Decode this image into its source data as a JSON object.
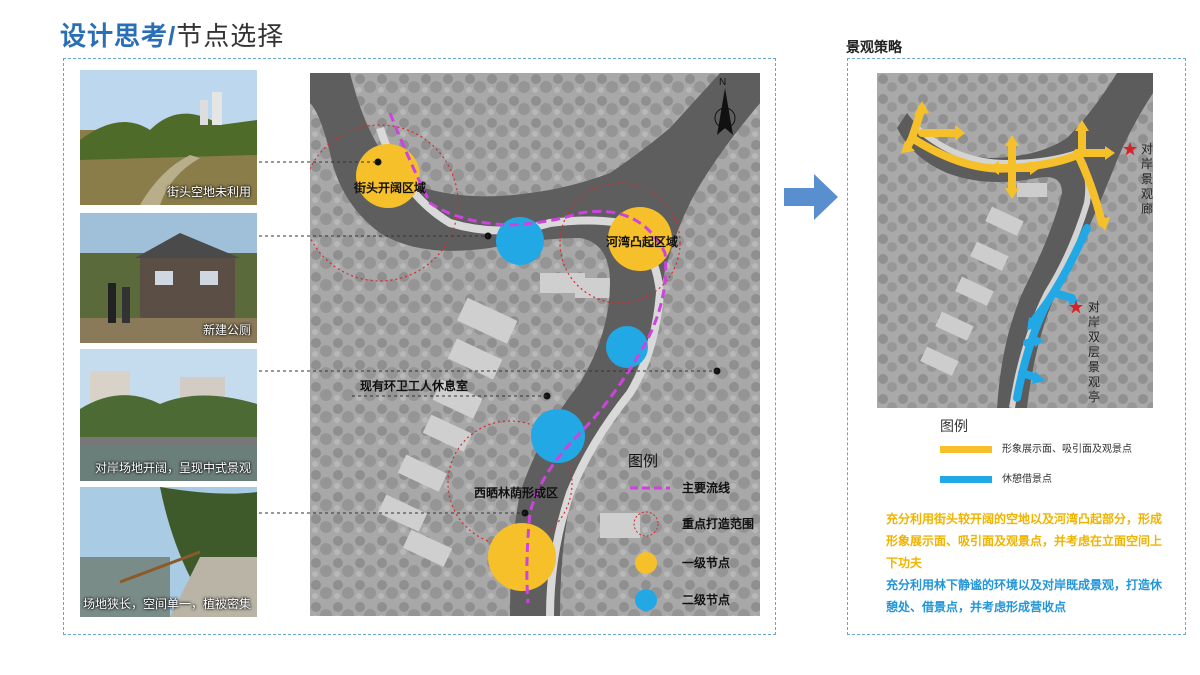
{
  "header": {
    "title_main": "设计思考/",
    "title_sub": "节点选择"
  },
  "photos": [
    {
      "caption": "街头空地未利用"
    },
    {
      "caption": "新建公厕"
    },
    {
      "caption": "对岸场地开阔，呈现中式景观"
    },
    {
      "caption": "场地狭长，空间单一，植被密集"
    }
  ],
  "map_labels": {
    "north": "N",
    "node_1": "街头开阔区域",
    "node_2": "河湾凸起区域",
    "node_3": "西晒林荫形成区",
    "rest_station": "现有环卫工人休息室"
  },
  "legend": {
    "title": "图例",
    "items": [
      {
        "label": "主要流线"
      },
      {
        "label": "重点打造范围"
      },
      {
        "label": "一级节点"
      },
      {
        "label": "二级节点"
      }
    ]
  },
  "right": {
    "title": "景观策略",
    "opposite_1": "对岸景观廊",
    "opposite_2": "对岸双层景观亭",
    "legend_title": "图例",
    "legend_items": [
      {
        "label": "形象展示面、吸引面及观景点",
        "color": "#f5c02a"
      },
      {
        "label": "休憩借景点",
        "color": "#23a8e6"
      }
    ],
    "strategy_1": "充分利用街头较开阔的空地以及河湾凸起部分，形成形象展示面、吸引面及观景点，并考虑在立面空间上下功夫",
    "strategy_2": "充分利用林下静谧的环境以及对岸既成景观，打造休憩处、借景点，并考虑形成营收点"
  },
  "colors": {
    "yellow": "#f5c02a",
    "blue": "#23a8e6",
    "flow": "#cc44dd",
    "accent": "#2a6fb5"
  }
}
